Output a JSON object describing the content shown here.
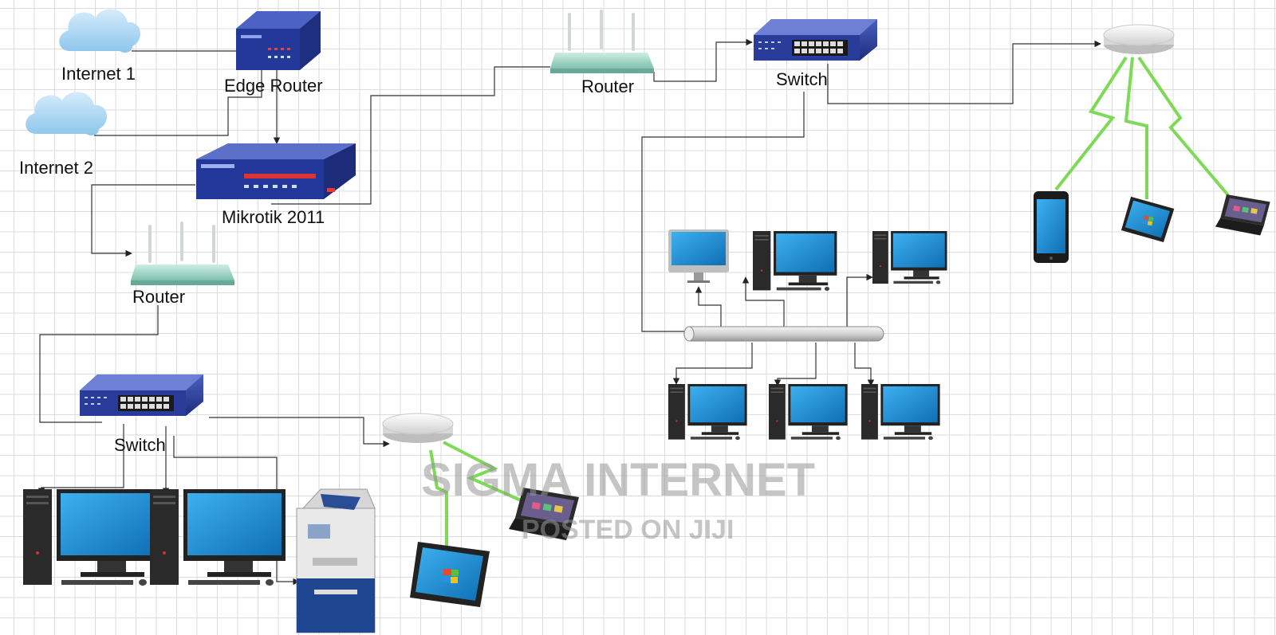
{
  "diagram": {
    "labels": {
      "internet1": "Internet 1",
      "internet2": "Internet 2",
      "edge_router": "Edge Router",
      "mikrotik": "Mikrotik 2011",
      "router_left": "Router",
      "router_top": "Router",
      "switch_left": "Switch",
      "switch_top": "Switch"
    },
    "watermark": {
      "line1": "SIGMA INTERNET",
      "line2": "POSTED ON JIJI"
    },
    "colors": {
      "device_blue": "#1e3a8a",
      "screen_blue": "#1a8fd6",
      "router_green": "#a8d8c8",
      "wireless_green": "#7ed957",
      "cloud_blue": "#a8d4f0",
      "connector": "#333333"
    }
  }
}
